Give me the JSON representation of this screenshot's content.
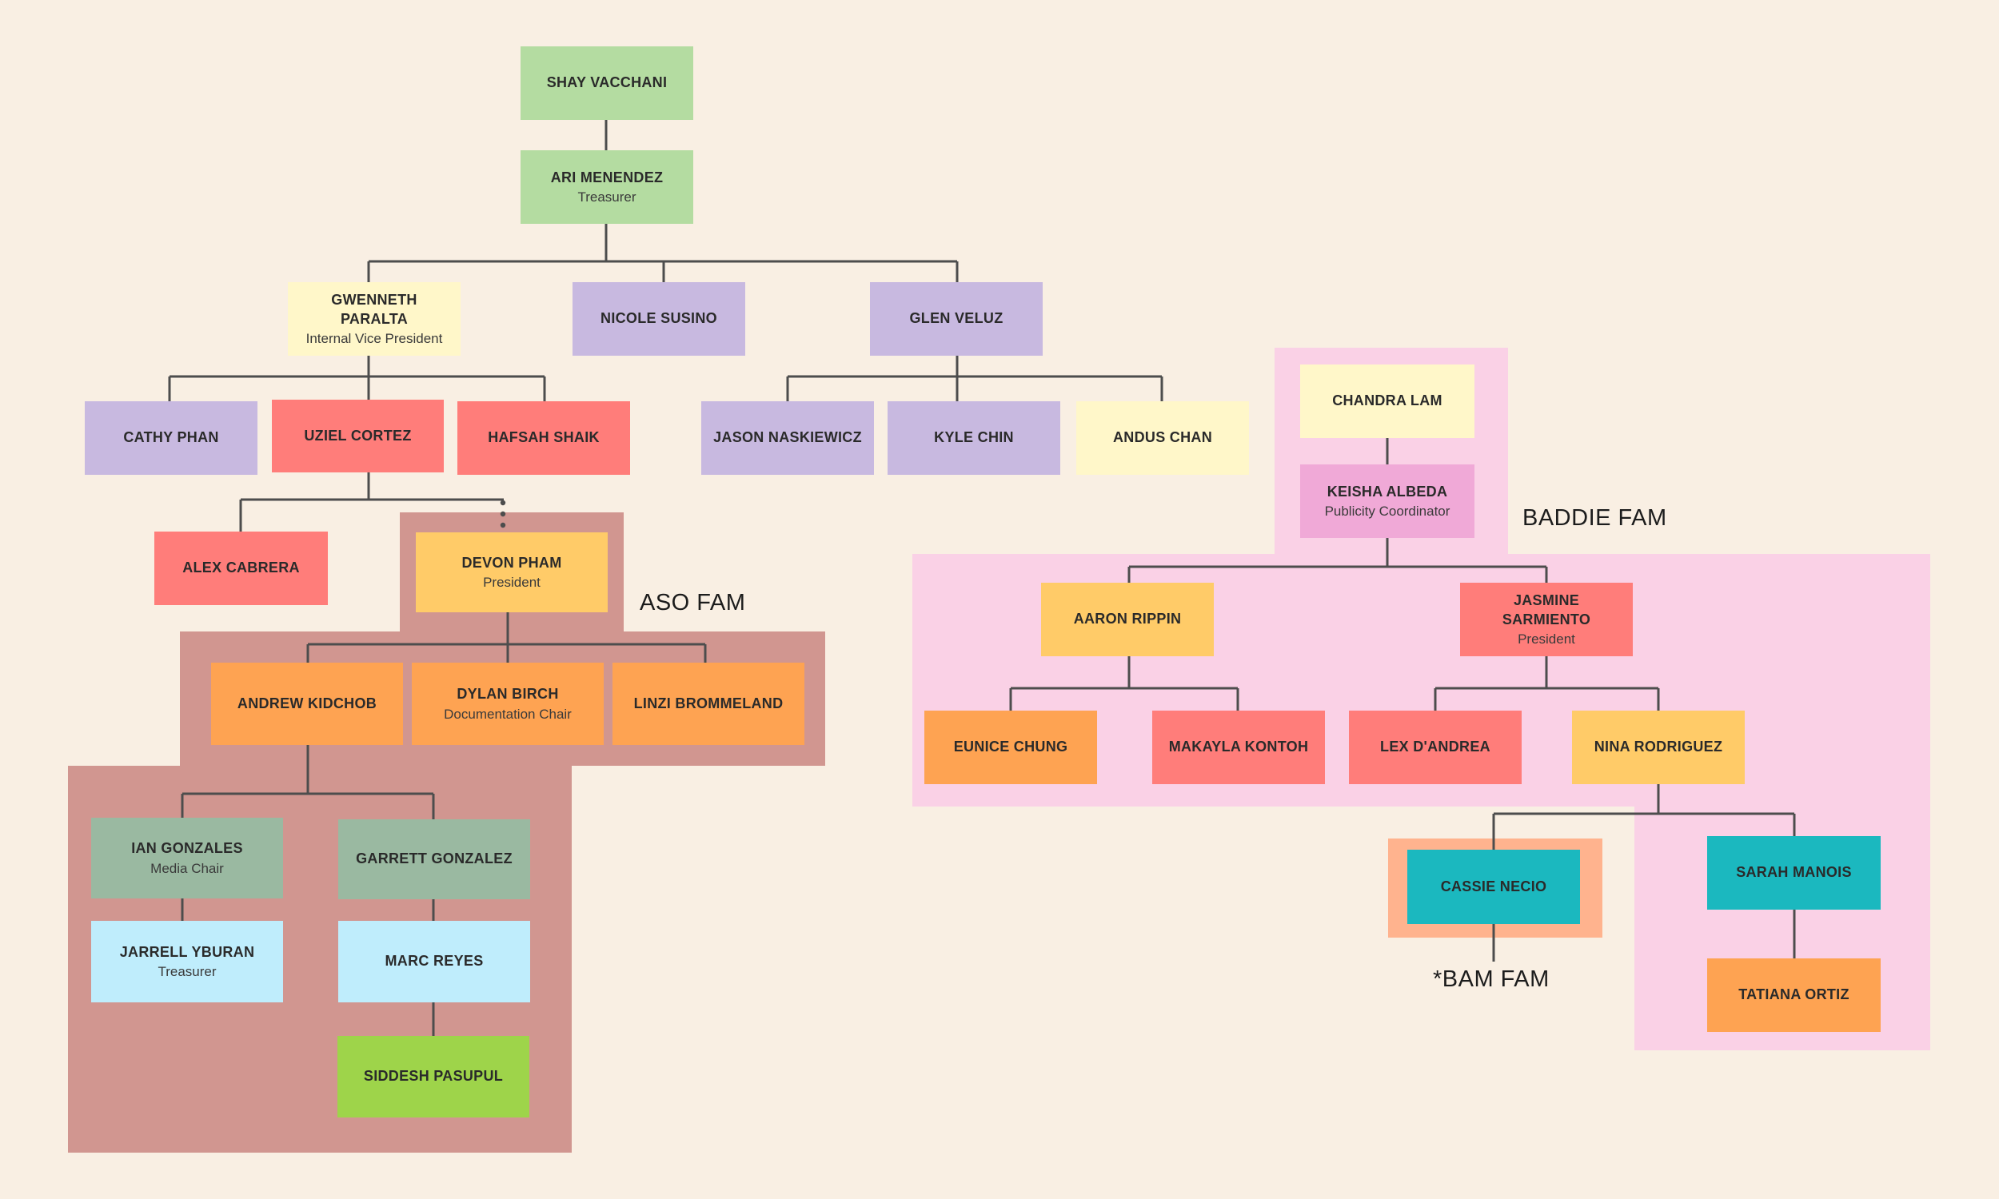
{
  "colors": {
    "background": "#f9efe3",
    "green": "#b4dca1",
    "yellow": "#fff7c9",
    "purple": "#c8b9e0",
    "red": "#ff7d7a",
    "gold": "#ffcb68",
    "orange": "#fea352",
    "sage": "#9ab9a1",
    "lightblue": "#bfedfc",
    "lime": "#9ed44a",
    "teal": "#1bb8bf",
    "pink": "#f0a9d7",
    "aso_region": "#d19690",
    "baddie_region": "#fad1e6",
    "bam_region": "#ffb38e",
    "line": "#4d4d4d"
  },
  "families": {
    "aso": "ASO FAM",
    "baddie": "BADDIE FAM",
    "bam": "*BAM FAM"
  },
  "people": [
    {
      "id": "shay",
      "name": "SHAY VACCHANI",
      "role": "",
      "color": "green"
    },
    {
      "id": "ari",
      "name": "ARI MENENDEZ",
      "role": "Treasurer",
      "color": "green"
    },
    {
      "id": "gwenneth",
      "name": "GWENNETH PARALTA",
      "role": "Internal Vice President",
      "color": "yellow"
    },
    {
      "id": "nicole",
      "name": "NICOLE SUSINO",
      "role": "",
      "color": "purple"
    },
    {
      "id": "glen",
      "name": "GLEN VELUZ",
      "role": "",
      "color": "purple"
    },
    {
      "id": "cathy",
      "name": "CATHY PHAN",
      "role": "",
      "color": "purple"
    },
    {
      "id": "uziel",
      "name": "UZIEL CORTEZ",
      "role": "",
      "color": "red"
    },
    {
      "id": "hafsah",
      "name": "HAFSAH SHAIK",
      "role": "",
      "color": "red"
    },
    {
      "id": "jason",
      "name": "JASON NASKIEWICZ",
      "role": "",
      "color": "purple"
    },
    {
      "id": "kyle",
      "name": "KYLE CHIN",
      "role": "",
      "color": "purple"
    },
    {
      "id": "andus",
      "name": "ANDUS CHAN",
      "role": "",
      "color": "yellow"
    },
    {
      "id": "alex",
      "name": "ALEX CABRERA",
      "role": "",
      "color": "red"
    },
    {
      "id": "devon",
      "name": "DEVON PHAM",
      "role": "President",
      "color": "gold"
    },
    {
      "id": "andrew",
      "name": "ANDREW KIDCHOB",
      "role": "",
      "color": "orange"
    },
    {
      "id": "dylan",
      "name": "DYLAN BIRCH",
      "role": "Documentation Chair",
      "color": "orange"
    },
    {
      "id": "linzi",
      "name": "LINZI BROMMELAND",
      "role": "",
      "color": "orange"
    },
    {
      "id": "ian",
      "name": "IAN GONZALES",
      "role": "Media Chair",
      "color": "sage"
    },
    {
      "id": "garrett",
      "name": "GARRETT GONZALEZ",
      "role": "",
      "color": "sage"
    },
    {
      "id": "jarrell",
      "name": "JARRELL YBURAN",
      "role": "Treasurer",
      "color": "lightblue"
    },
    {
      "id": "marc",
      "name": "MARC REYES",
      "role": "",
      "color": "lightblue"
    },
    {
      "id": "siddesh",
      "name": "SIDDESH PASUPUL",
      "role": "",
      "color": "lime"
    },
    {
      "id": "chandra",
      "name": "CHANDRA LAM",
      "role": "",
      "color": "yellow"
    },
    {
      "id": "keisha",
      "name": "KEISHA ALBEDA",
      "role": "Publicity Coordinator",
      "color": "pink"
    },
    {
      "id": "aaron",
      "name": "AARON RIPPIN",
      "role": "",
      "color": "gold"
    },
    {
      "id": "jasmine",
      "name": "JASMINE SARMIENTO",
      "role": "President",
      "color": "red"
    },
    {
      "id": "eunice",
      "name": "EUNICE CHUNG",
      "role": "",
      "color": "orange"
    },
    {
      "id": "makayla",
      "name": "MAKAYLA KONTOH",
      "role": "",
      "color": "red"
    },
    {
      "id": "lex",
      "name": "LEX D'ANDREA",
      "role": "",
      "color": "red"
    },
    {
      "id": "nina",
      "name": "NINA RODRIGUEZ",
      "role": "",
      "color": "gold"
    },
    {
      "id": "cassie",
      "name": "CASSIE NECIO",
      "role": "",
      "color": "teal"
    },
    {
      "id": "sarah",
      "name": "SARAH MANOIS",
      "role": "",
      "color": "teal"
    },
    {
      "id": "tatiana",
      "name": "TATIANA ORTIZ",
      "role": "",
      "color": "orange"
    }
  ]
}
